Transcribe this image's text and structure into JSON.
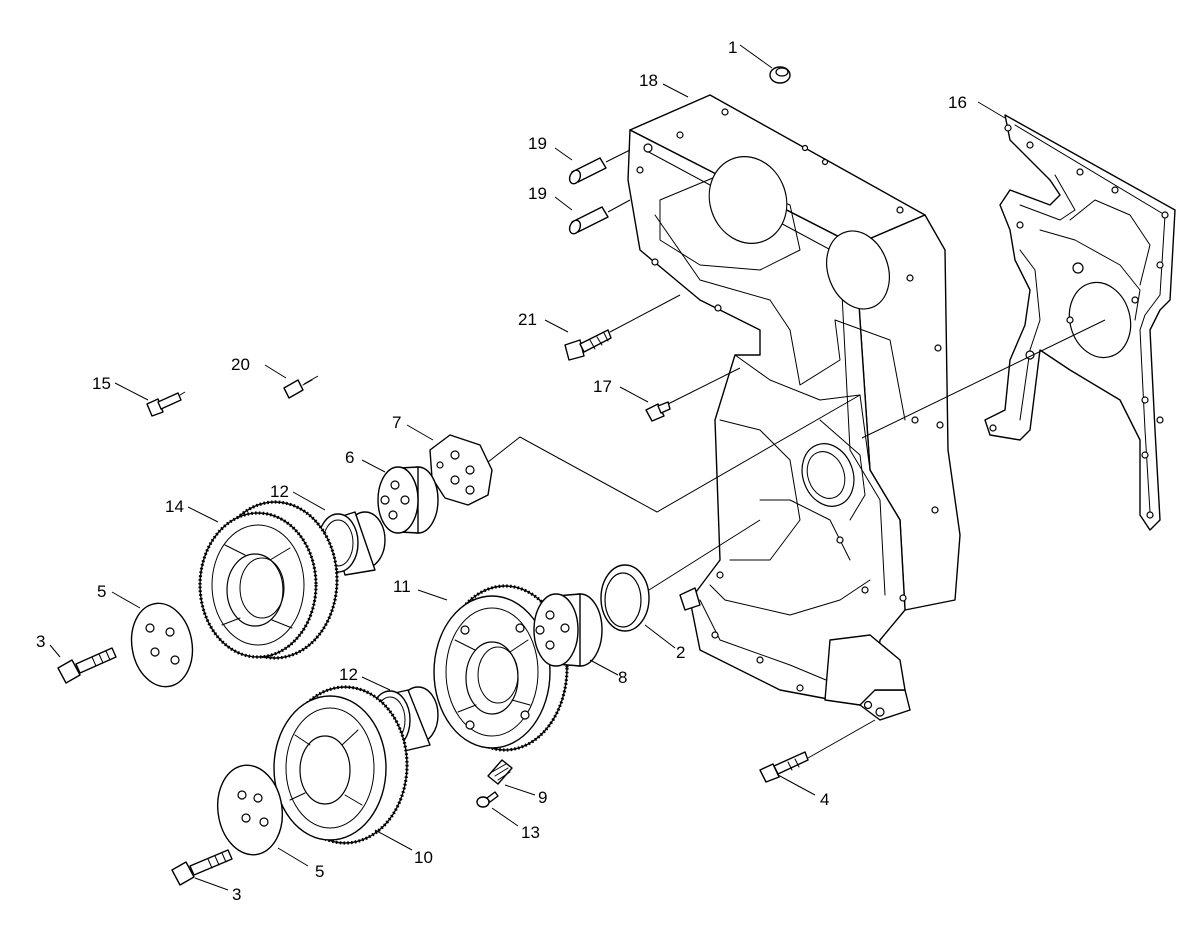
{
  "callouts": {
    "c1": "1",
    "c2": "2",
    "c3a": "3",
    "c3b": "3",
    "c4": "4",
    "c5a": "5",
    "c5b": "5",
    "c6": "6",
    "c7": "7",
    "c8": "8",
    "c9": "9",
    "c10": "10",
    "c11": "11",
    "c12a": "12",
    "c12b": "12",
    "c13": "13",
    "c14": "14",
    "c15": "15",
    "c16": "16",
    "c17": "17",
    "c18": "18",
    "c19a": "19",
    "c19b": "19",
    "c20": "20",
    "c21": "21"
  },
  "colors": {
    "line": "#000000",
    "background": "#ffffff"
  }
}
